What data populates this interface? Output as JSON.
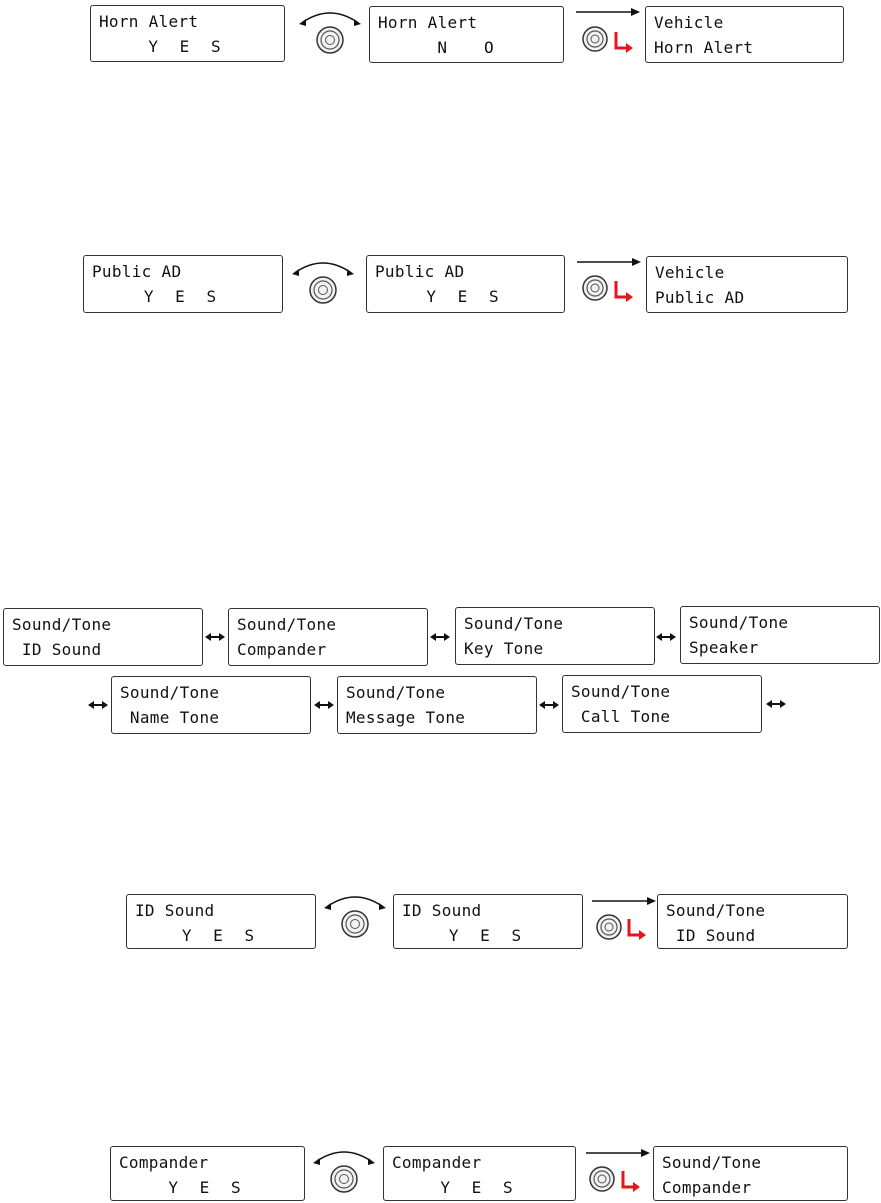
{
  "horn_alert": {
    "display_a": {
      "line1": "Horn Alert",
      "line2": "Y E S"
    },
    "display_b": {
      "line1": "Horn Alert",
      "line2": "N   O"
    },
    "display_c": {
      "line1": "Vehicle",
      "line2": "Horn Alert"
    }
  },
  "public_ad": {
    "display_a": {
      "line1": "Public AD",
      "line2": "Y E S"
    },
    "display_b": {
      "line1": "Public AD",
      "line2": "Y E S"
    },
    "display_c": {
      "line1": "Vehicle",
      "line2": "Public AD"
    }
  },
  "sound_tone_menu": {
    "row1": [
      {
        "line1": "Sound/Tone",
        "line2": " ID Sound"
      },
      {
        "line1": "Sound/Tone",
        "line2": "Compander"
      },
      {
        "line1": "Sound/Tone",
        "line2": "Key Tone"
      },
      {
        "line1": "Sound/Tone",
        "line2": "Speaker"
      }
    ],
    "row2": [
      {
        "line1": "Sound/Tone",
        "line2": " Name Tone"
      },
      {
        "line1": "Sound/Tone",
        "line2": "Message Tone"
      },
      {
        "line1": "Sound/Tone",
        "line2": " Call Tone"
      }
    ]
  },
  "id_sound": {
    "display_a": {
      "line1": "ID Sound",
      "line2": "Y E S"
    },
    "display_b": {
      "line1": "ID Sound",
      "line2": "Y E S"
    },
    "display_c": {
      "line1": "Sound/Tone",
      "line2": " ID Sound"
    }
  },
  "compander": {
    "display_a": {
      "line1": "Compander",
      "line2": "Y E S"
    },
    "display_b": {
      "line1": "Compander",
      "line2": "Y E S"
    },
    "display_c": {
      "line1": "Sound/Tone",
      "line2": "Compander"
    }
  },
  "colors": {
    "confirm_arrow": "#e8141b",
    "outline": "#333333"
  },
  "icons": {
    "rotate": "rotate-knob-icon",
    "press": "press-knob-icon",
    "confirm": "confirm-arrow-icon",
    "next": "arrow-right-icon",
    "bidirectional": "bidirectional-arrow-icon"
  }
}
